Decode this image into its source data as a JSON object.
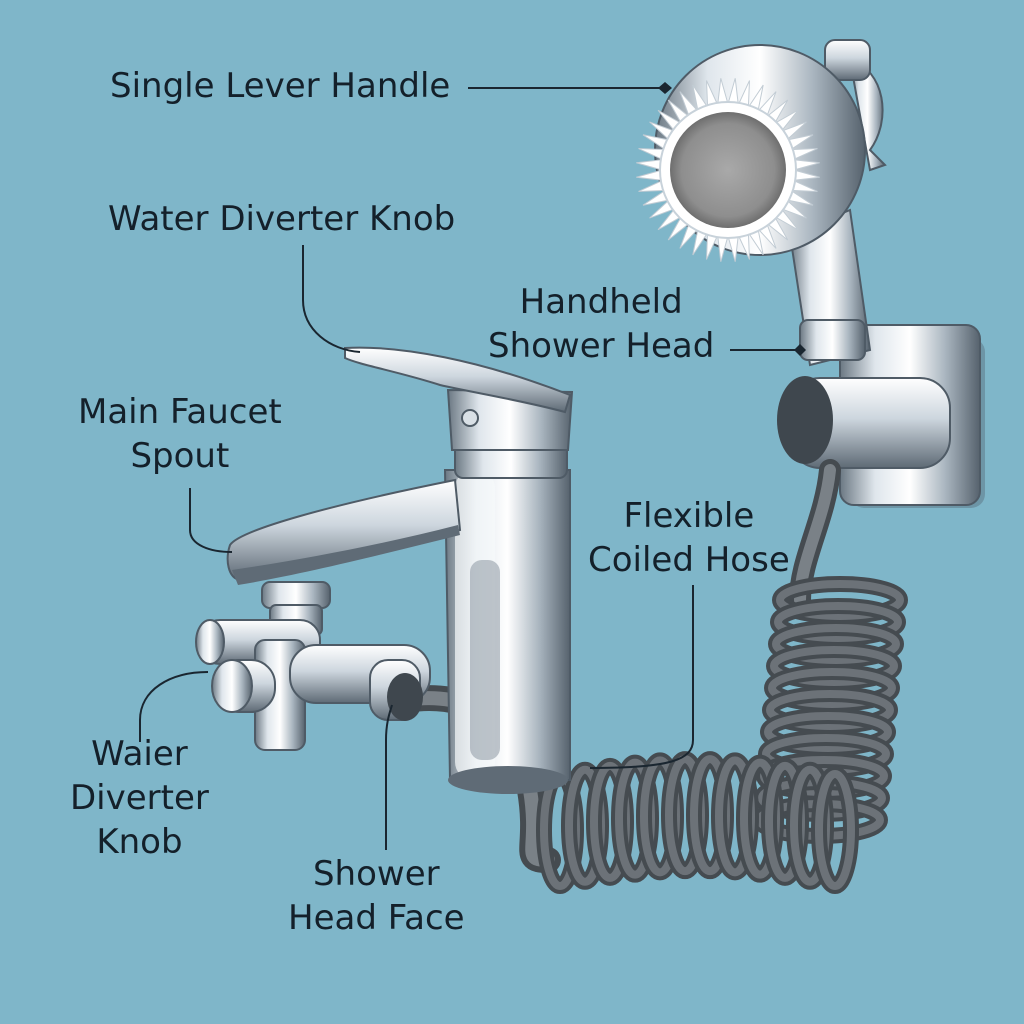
{
  "colors": {
    "background": "#7fb6c9",
    "chrome_light": "#f4f7fa",
    "chrome_mid": "#b9c3cc",
    "chrome_dark": "#5e6a75",
    "hose": "#6c7278",
    "hose_dark": "#454b50",
    "leader_line": "#1a2630",
    "label_text": "#14202a"
  },
  "labels": {
    "single_lever_handle": "Single Lever Handle",
    "water_diverter_knob_top": "Water Diverter Knob",
    "handheld_shower_head": [
      "Handheld",
      "Shower Head"
    ],
    "main_faucet_spout": [
      "Main Faucet",
      "Spout"
    ],
    "flexible_coiled_hose": [
      "Flexible",
      "Coiled Hose"
    ],
    "waier_diverter_knob": [
      "Waier",
      "Diverter",
      "Knob"
    ],
    "shower_head_face": [
      "Shower",
      "Head Face"
    ]
  }
}
